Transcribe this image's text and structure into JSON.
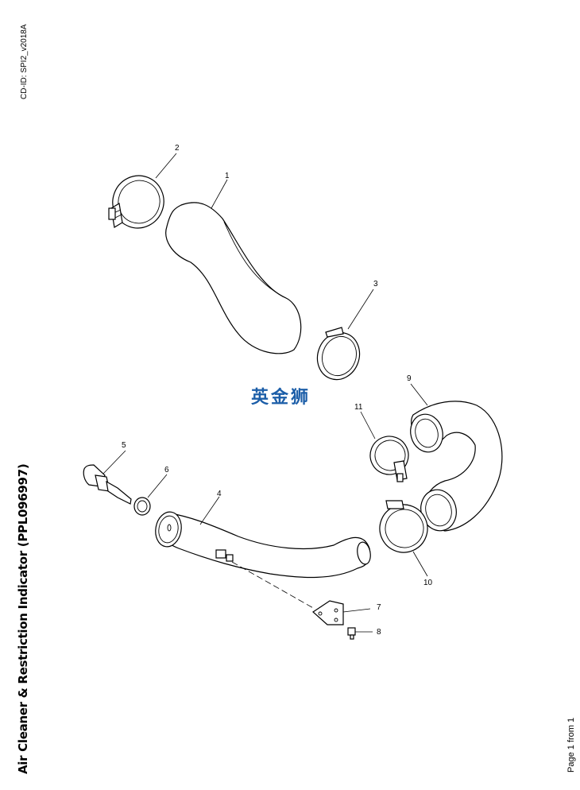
{
  "header": {
    "cd_id": "CD-ID: SPI2_v2018A"
  },
  "title": "Air Cleaner & Restriction Indicator (PPL096997)",
  "footer": {
    "page": "Page 1 from 1"
  },
  "watermark": "英金狮",
  "callouts": {
    "c1": "1",
    "c2": "2",
    "c3": "3",
    "c4": "4",
    "c5": "5",
    "c6": "6",
    "c7": "7",
    "c8": "8",
    "c9": "9",
    "c10": "10",
    "c11": "11"
  }
}
